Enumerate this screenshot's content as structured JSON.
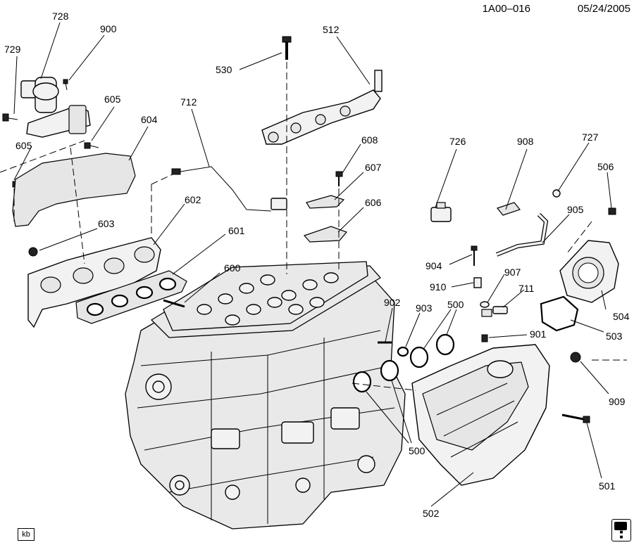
{
  "header": {
    "code": "1A00–016",
    "date": "05/24/2005"
  },
  "footer": {
    "initials": "kb",
    "logo_icon": "gm-spo-logo"
  },
  "callouts": {
    "c728": "728",
    "c729": "729",
    "c900": "900",
    "c605a": "605",
    "c605b": "605",
    "c604": "604",
    "c712": "712",
    "c530": "530",
    "c512": "512",
    "c608": "608",
    "c607": "607",
    "c606": "606",
    "c602": "602",
    "c603": "603",
    "c601": "601",
    "c600": "600",
    "c726": "726",
    "c908": "908",
    "c727": "727",
    "c506": "506",
    "c905": "905",
    "c904": "904",
    "c910": "910",
    "c907": "907",
    "c711": "711",
    "c504": "504",
    "c503": "503",
    "c902": "902",
    "c903": "903",
    "c500a": "500",
    "c500b": "500",
    "c901": "901",
    "c909": "909",
    "c501": "501",
    "c502": "502"
  }
}
